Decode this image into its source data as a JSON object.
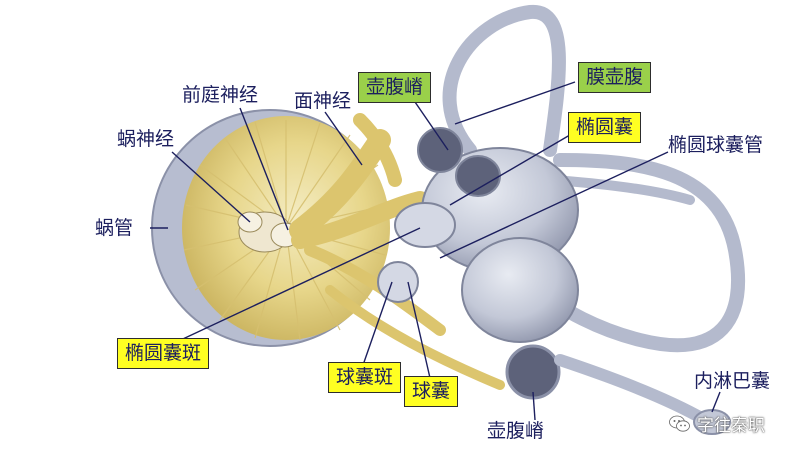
{
  "labels": {
    "cochlear_nerve": "蜗神经",
    "vestibular_nerve": "前庭神经",
    "facial_nerve": "面神经",
    "cochlear_duct": "蜗管",
    "ampullary_crest_top": "壶腹嵴",
    "membranous_ampulla": "膜壶腹",
    "utricle": "椭圆囊",
    "utriculosaccular_duct": "椭圆球囊管",
    "macula_utriculi": "椭圆囊斑",
    "macula_sacculi": "球囊斑",
    "saccule": "球囊",
    "ampullary_crest_bottom": "壶腹嵴",
    "endolymphatic_sac": "内淋巴囊"
  },
  "colors": {
    "label_text": "#1c1f5e",
    "label_green": "#9ad04a",
    "label_yellow": "#ffff22",
    "membrane": "#c4c8d6",
    "nerve": "#e6d27a"
  },
  "watermark": {
    "icon": "wechat-icon",
    "text": "字往秦职"
  }
}
